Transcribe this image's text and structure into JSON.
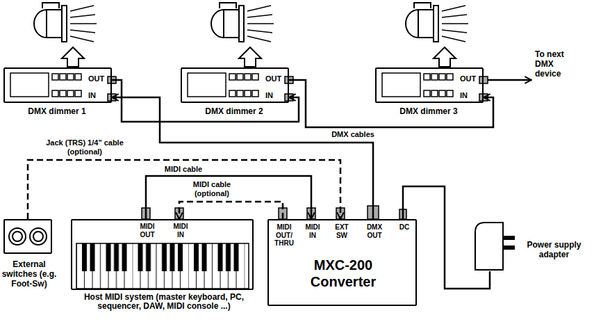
{
  "diagram": {
    "nodes": [
      {
        "text": [
          "OUT",
          "IN",
          "DMX dimmer 1"
        ]
      },
      {
        "text": [
          "OUT",
          "IN",
          "DMX dimmer 2"
        ]
      },
      {
        "text": [
          "OUT",
          "IN",
          "DMX dimmer 3"
        ]
      },
      {
        "text": [
          "External switches (e.g. Foot-Sw)"
        ]
      },
      {
        "text": [
          "MIDI OUT",
          "MIDI IN",
          "Host MIDI system (master keyboard, PC, sequencer, DAW, MIDI console ...)"
        ]
      },
      {
        "text": [
          "MIDI OUT/ THRU",
          "MIDI IN",
          "EXT SW",
          "DMX OUT",
          "DC",
          "MXC-200 Converter"
        ]
      },
      {
        "text": [
          "Power supply adapter"
        ]
      }
    ],
    "edges": [
      {
        "from": 0,
        "to": 1,
        "arrow": "to"
      },
      {
        "from": 1,
        "to": 2,
        "arrow": "to"
      },
      {
        "from": 5,
        "to": 0,
        "arrow": "to",
        "label": "DMX cables"
      },
      {
        "from": 4,
        "to": 5,
        "arrow": "to",
        "label": "MIDI cable"
      },
      {
        "from": 5,
        "to": 4,
        "arrow": "to",
        "label": "MIDI cable (optional)"
      },
      {
        "from": 3,
        "to": 5,
        "arrow": "to",
        "label": "Jack (TRS) 1/4\" cable (optional)"
      },
      {
        "from": 6,
        "to": 5,
        "arrow": "none"
      }
    ],
    "labels": [
      "To next DMX device"
    ]
  }
}
